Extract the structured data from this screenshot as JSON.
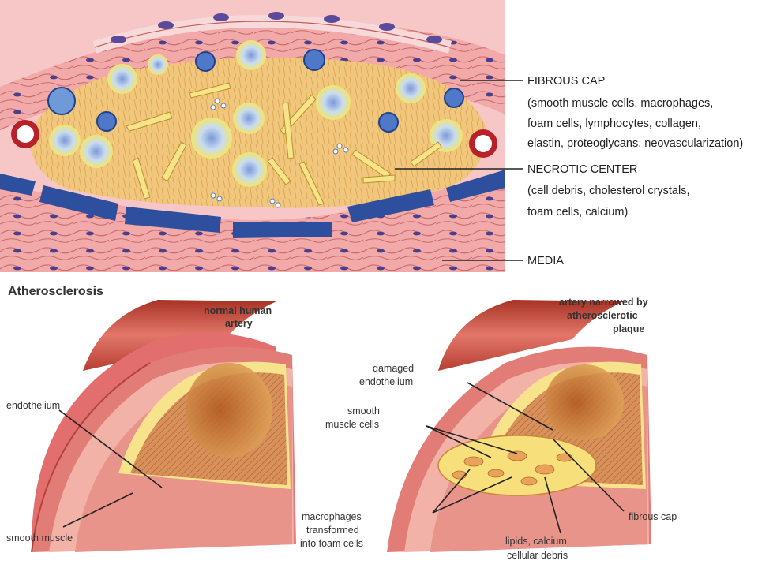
{
  "top_panel": {
    "labels": {
      "fibrous_cap": "FIBROUS CAP",
      "fibrous_cap_desc_1": "(smooth muscle cells, macrophages,",
      "fibrous_cap_desc_2": "foam cells, lymphocytes, collagen,",
      "fibrous_cap_desc_3": "elastin, proteoglycans, neovascularization)",
      "necrotic_center": "NECROTIC CENTER",
      "necrotic_desc_1": "(cell debris, cholesterol crystals,",
      "necrotic_desc_2": "foam cells, calcium)",
      "media": "MEDIA"
    }
  },
  "bottom_panel": {
    "title": "Atherosclerosis",
    "normal_heading_1": "normal human",
    "normal_heading_2": "artery",
    "narrowed_heading_1": "artery narrowed by",
    "narrowed_heading_2": "atherosclerotic",
    "narrowed_heading_3": "plaque",
    "normal_labels": {
      "endothelium": "endothelium",
      "smooth_muscle": "smooth muscle"
    },
    "plaque_labels": {
      "damaged_endothelium_1": "damaged",
      "damaged_endothelium_2": "endothelium",
      "smooth_muscle_cells_1": "smooth",
      "smooth_muscle_cells_2": "muscle cells",
      "macrophages_1": "macrophages",
      "macrophages_2": "transformed",
      "macrophages_3": "into foam cells",
      "fibrous_cap": "fibrous cap",
      "lipids_1": "lipids, calcium,",
      "lipids_2": "cellular debris"
    }
  },
  "colors": {
    "tissue_bg": "#f7c6c6",
    "muscle_pink": "#e98585",
    "core_yellow": "#f0c77c",
    "elastic_blue": "#2e4e9e",
    "nucleus_purple": "#5b4a9a",
    "artery_red": "#c9483e"
  }
}
